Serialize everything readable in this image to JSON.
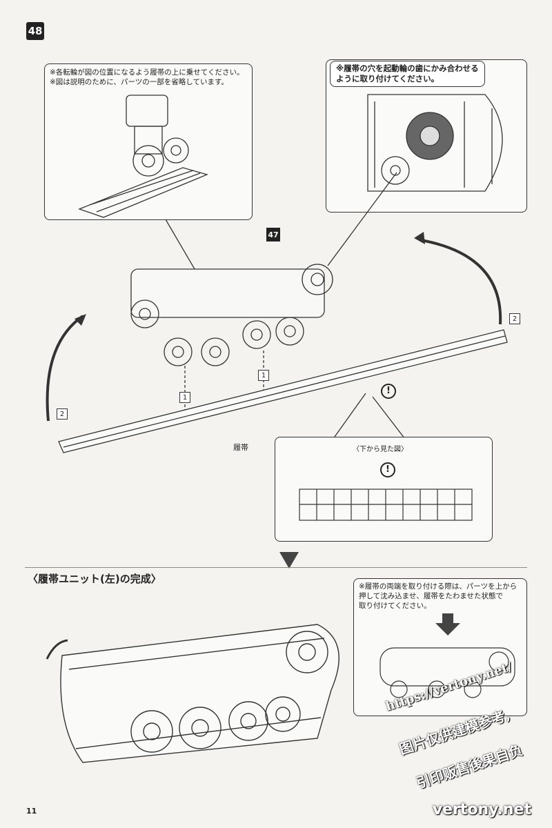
{
  "step_number": "48",
  "reference_step": "47",
  "callout_left": "※各転輪が図の位置になるよう履帯の上に乗せてください。\n※図は説明のために、パーツの一部を省略しています。",
  "callout_right": "※履帯の穴を起動輪の歯にかみ合わせる\nように取り付けてください。",
  "order_labels": {
    "one": "1",
    "two": "2"
  },
  "track_label": "履帯",
  "bottom_view_label": "〈下から見た図〉",
  "caution_icon": "exclamation-circle-icon",
  "completion_heading": "〈履帯ユニット(左)の完成〉",
  "completion_note": "※履帯の両端を取り付ける際は、パーツを上から\n押して沈み込ませ、履帯をたわませた状態で\n取り付けてください。",
  "page_number": "11",
  "watermark": {
    "url": "https://vertony.net/",
    "line1": "图片仅供建模参考,",
    "line2": "引印贩售後果自负",
    "site": "vertony.net"
  }
}
